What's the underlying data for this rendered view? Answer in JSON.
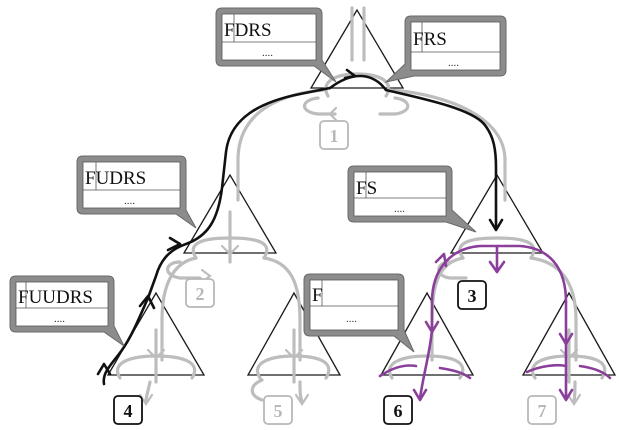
{
  "callouts": [
    {
      "id": "c-root-left",
      "label": "FDRS",
      "dots": "...."
    },
    {
      "id": "c-root-right",
      "label": "FRS",
      "dots": "...."
    },
    {
      "id": "c-node2",
      "label": "FUDRS",
      "dots": "...."
    },
    {
      "id": "c-node3",
      "label": "FS",
      "dots": "...."
    },
    {
      "id": "c-node4",
      "label": "FUUDRS",
      "dots": "...."
    },
    {
      "id": "c-node6",
      "label": "F",
      "dots": "...."
    }
  ],
  "nodes": [
    {
      "id": "n1",
      "label": "1",
      "style": "gray"
    },
    {
      "id": "n2",
      "label": "2",
      "style": "gray"
    },
    {
      "id": "n3",
      "label": "3",
      "style": "black"
    },
    {
      "id": "n4",
      "label": "4",
      "style": "black"
    },
    {
      "id": "n5",
      "label": "5",
      "style": "gray"
    },
    {
      "id": "n6",
      "label": "6",
      "style": "black"
    },
    {
      "id": "n7",
      "label": "7",
      "style": "gray"
    }
  ],
  "colors": {
    "traversal_dark": "#111111",
    "traversal_gray": "#bdbdbd",
    "traversal_purple": "#8a3f9a",
    "callout_frame": "#8c8c8c"
  }
}
